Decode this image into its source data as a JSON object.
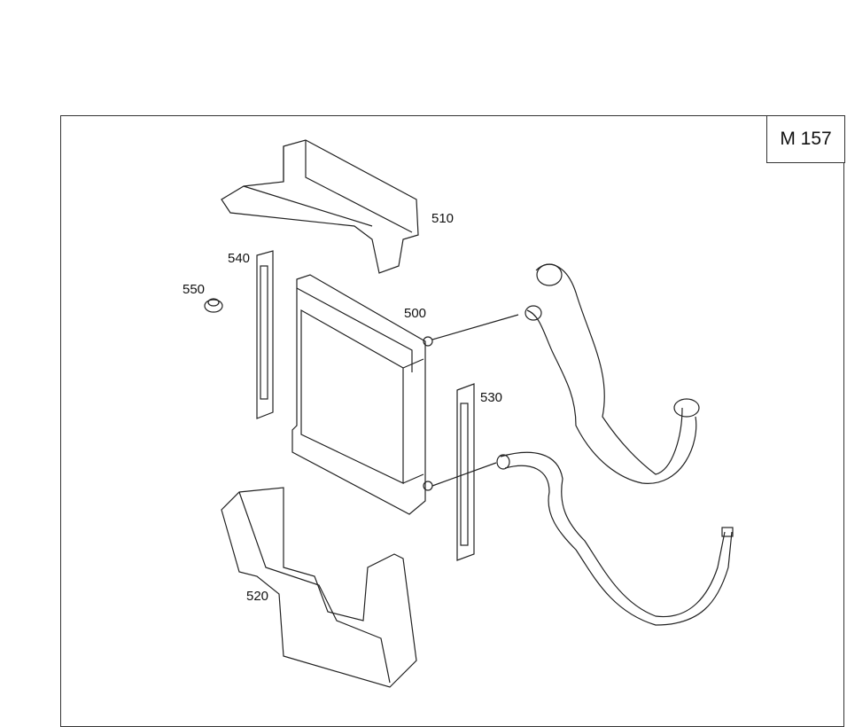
{
  "diagram": {
    "model_label": "M 157",
    "callouts": {
      "p510": "510",
      "p540": "540",
      "p550": "550",
      "p500": "500",
      "p530": "530",
      "p520": "520"
    }
  }
}
